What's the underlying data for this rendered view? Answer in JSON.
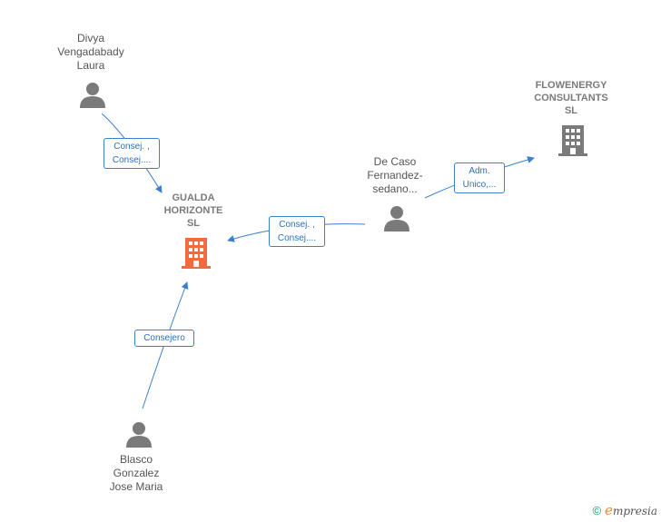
{
  "nodes": {
    "divya": {
      "label_lines": [
        "Divya",
        "Vengadabady",
        "Laura"
      ],
      "type": "person"
    },
    "gualda": {
      "label_lines": [
        "GUALDA",
        "HORIZONTE",
        "SL"
      ],
      "type": "company-focus"
    },
    "decaso": {
      "label_lines": [
        "De Caso",
        "Fernandez-",
        "sedano..."
      ],
      "type": "person"
    },
    "flowenergy": {
      "label_lines": [
        "FLOWENERGY",
        "CONSULTANTS",
        "SL"
      ],
      "type": "company"
    },
    "blasco": {
      "label_lines": [
        "Blasco",
        "Gonzalez",
        "Jose Maria"
      ],
      "type": "person"
    }
  },
  "edges": {
    "divya_gualda": {
      "label_lines": [
        "Consej. ,",
        "Consej...."
      ]
    },
    "decaso_gualda": {
      "label_lines": [
        "Consej. ,",
        "Consej...."
      ]
    },
    "decaso_flowenergy": {
      "label_lines": [
        "Adm.",
        "Unico,..."
      ]
    },
    "blasco_gualda": {
      "label_lines": [
        "Consejero"
      ]
    }
  },
  "colors": {
    "edge": "#3d7fcf",
    "person_icon": "#7a7a7a",
    "company_icon": "#7a7a7a",
    "focus_company_icon": "#f26a3d"
  },
  "footer": {
    "copyright": "©",
    "brand_initial": "e",
    "brand_rest": "mpresia"
  }
}
